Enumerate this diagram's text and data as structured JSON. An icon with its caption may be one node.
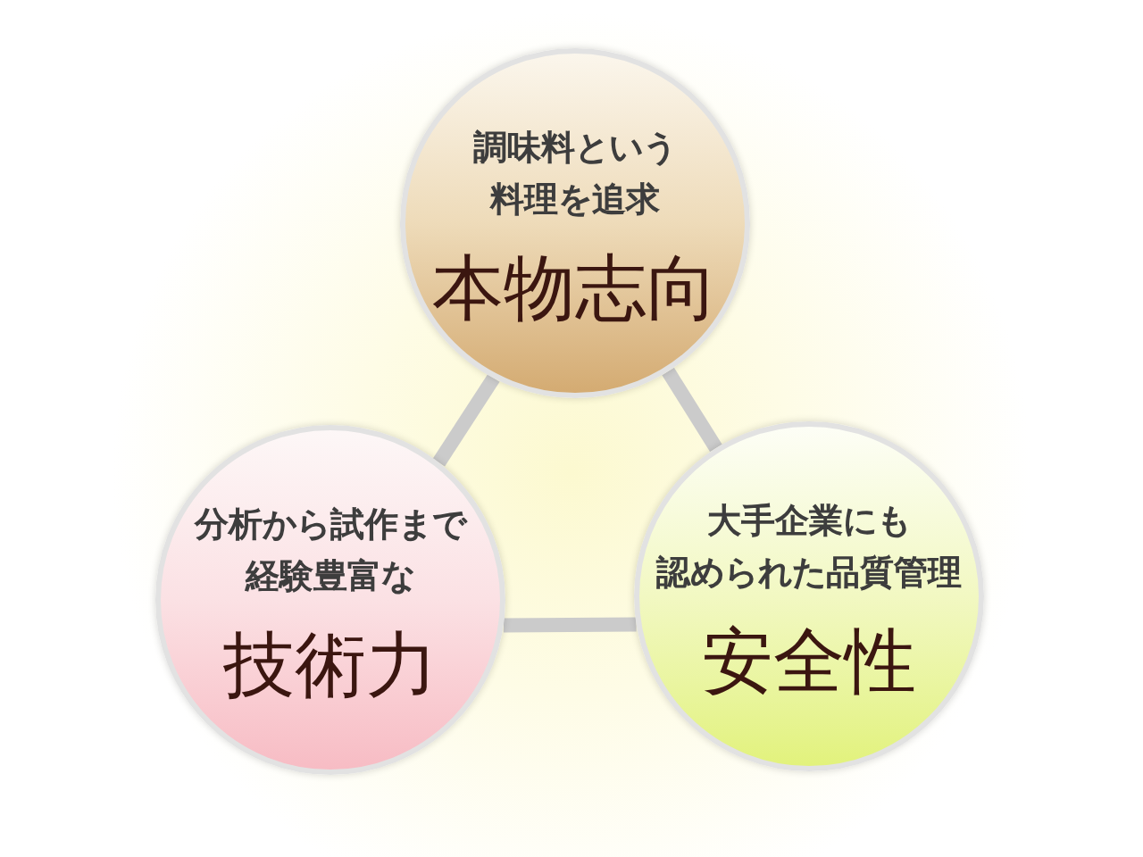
{
  "diagram": {
    "nodes": [
      {
        "text": [
          "調味料という料理を追求",
          "本物志向"
        ]
      },
      {
        "text": [
          "分析から試作まで経験豊富な",
          "技術力"
        ]
      },
      {
        "text": [
          "大手企業にも認められた品質管理",
          "安全性"
        ]
      }
    ],
    "edges": [
      {
        "from": 0,
        "to": 1,
        "arrow": "none"
      },
      {
        "from": 0,
        "to": 2,
        "arrow": "none"
      },
      {
        "from": 1,
        "to": 2,
        "arrow": "none"
      }
    ]
  }
}
